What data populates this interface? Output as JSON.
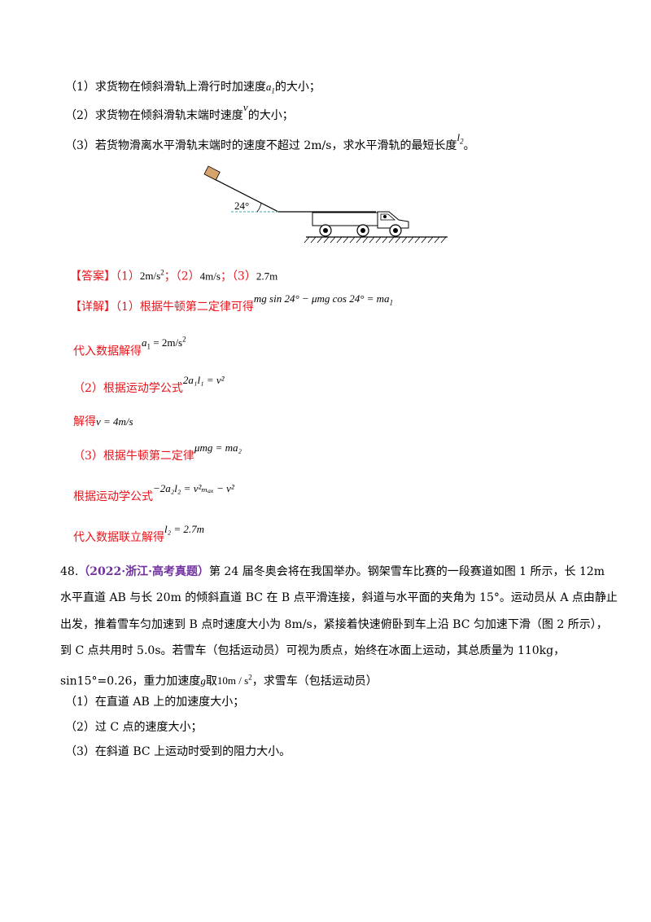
{
  "q1": {
    "p1_before": "（1）求货物在倾斜滑轨上滑行时加速度",
    "p1_var": "a",
    "p1_sub": "1",
    "p1_after": "的大小；",
    "p2_before": "（2）求货物在倾斜滑轨末端时速度",
    "p2_var": "v",
    "p2_after": "的大小；",
    "p3_before": "（3）若货物滑离水平滑轨末端时的速度不超过 2m/s，求水平滑轨的最短长度",
    "p3_var": "l",
    "p3_sub": "2",
    "p3_after": "。",
    "figure_angle": "24°",
    "answer_label": "【答案】",
    "ans1_num": "（1）",
    "ans1_val": "2m/s",
    "ans1_sup": "2",
    "ans_sep": "；",
    "ans2_num": "（2）",
    "ans2_val": "4m/s",
    "ans3_num": "（3）",
    "ans3_val": "2.7m",
    "detail_label": "【详解】",
    "d1_text": "（1）根据牛顿第二定律可得",
    "d1_eq": "mg sin 24° − μmg cos 24° = ma",
    "d1_sub": "1",
    "d2_text": "代入数据解得",
    "d2_eq_var": "a",
    "d2_eq_sub": "1",
    "d2_eq_rest": " = 2m/s",
    "d2_eq_sup": "2",
    "d3_text": "（2）根据运动学公式",
    "d3_eq": "2a₁l₁ = v²",
    "d4_text": "解得",
    "d4_eq": "v = 4m/s",
    "d5_text": "（3）根据牛顿第二定律",
    "d5_eq": "μmg = ma₂",
    "d6_text": "根据运动学公式",
    "d6_eq": "−2a₂l₂ = v²ₘₐₓ − v²",
    "d7_text": "代入数据联立解得",
    "d7_eq": "l₂ = 2.7m"
  },
  "q48": {
    "number": "48.",
    "source": "（2022·浙江·高考真题）",
    "line1": "第 24 届冬奥会将在我国举办。钢架雪车比赛的一段赛道如图 1 所示，长 12m",
    "line2": "水平直道 AB 与长 20m 的倾斜直道 BC 在 B 点平滑连接，斜道与水平面的夹角为 15°。运动员从 A 点由静止",
    "line3": "出发，推着雪车匀加速到 B 点时速度大小为 8m/s，紧接着快速俯卧到车上沿 BC 匀加速下滑（图 2 所示），",
    "line4": "到 C 点共用时 5.0s。若雪车（包括运动员）可视为质点，始终在冰面上运动，其总质量为 110kg，",
    "line5_before": "sin15°=0.26，重力加速度",
    "line5_g": "g",
    "line5_mid": "取",
    "line5_val": "10m / s",
    "line5_sup": "2",
    "line5_after": "，求雪车（包括运动员）",
    "s1": "（1）在直道 AB 上的加速度大小；",
    "s2": "（2）过 C 点的速度大小；",
    "s3": "（3）在斜道 BC 上运动时受到的阻力大小。"
  }
}
